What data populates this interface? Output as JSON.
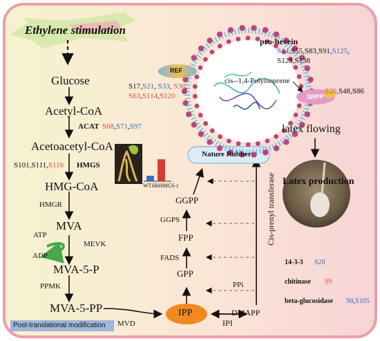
{
  "colors": {
    "background_gradient": [
      "#f6f3cf",
      "#fbe1d6",
      "#f7d3d6"
    ],
    "border": "#e9a0a6",
    "blue_site": "#2a6fc0",
    "red_site": "#d2533c",
    "membrane": "#5fb8e8",
    "membrane_head": "#b9467e",
    "ipp_fill": "#f08a1e",
    "mevk_arrow": "#4aa84a",
    "nature_rubber_fill": "#d9ecf7",
    "ptm_bar": "#9fb5dc"
  },
  "banner": {
    "text": "Ethylene stimulation"
  },
  "pathway": {
    "glucose": "Glucose",
    "acetyl_coa": "Acetyl-CoA",
    "acat": "ACAT",
    "acetoacetyl_coa": "Acetoacetyl-CoA",
    "hmgs": "HMGS",
    "hmg_coa": "HMG-CoA",
    "hmgr": "HMGR",
    "mva": "MVA",
    "atp": "ATP",
    "adp": "ADP",
    "mevk": "MEVK",
    "mva5p": "MVA-5-P",
    "ppmk": "PPMK",
    "mva5pp": "MVA-5-PP",
    "mvd": "MVD",
    "ipp": "IPP",
    "ipi": "IPI",
    "dmapp": "DMAPP",
    "gpp": "GPP",
    "fads": "FADS",
    "fpp": "FPP",
    "ggps": "GGPS",
    "ggpp": "GGPP",
    "ppi": "PPi",
    "cis_transferase": "Cis-prenyl transferase",
    "nature_rubber": "Nature Rubber"
  },
  "sites": {
    "acat": [
      {
        "t": "S68",
        "c": "red"
      },
      {
        "t": ",",
        "c": "blk"
      },
      {
        "t": "S71",
        "c": "blu"
      },
      {
        "t": ",",
        "c": "blk"
      },
      {
        "t": "S97",
        "c": "blu"
      }
    ],
    "hmgs": [
      {
        "t": "S101,S111,",
        "c": "blk"
      },
      {
        "t": "S116",
        "c": "red"
      }
    ],
    "ref_line1": [
      {
        "t": "S17,",
        "c": "blk"
      },
      {
        "t": "S21",
        "c": "blu"
      },
      {
        "t": ", ",
        "c": "blk"
      },
      {
        "t": "S33",
        "c": "blu"
      },
      {
        "t": ", ",
        "c": "blk"
      },
      {
        "t": "S36",
        "c": "red"
      },
      {
        "t": ",",
        "c": "blk"
      }
    ],
    "ref_line2": [
      {
        "t": "S63",
        "c": "red"
      },
      {
        "t": ",",
        "c": "blk"
      },
      {
        "t": "S114",
        "c": "red"
      },
      {
        "t": ",",
        "c": "blk"
      },
      {
        "t": "S120",
        "c": "red"
      }
    ],
    "prohevein_line1": [
      {
        "t": "S14",
        "c": "blu"
      },
      {
        "t": ",S55,S83,S91,",
        "c": "blk"
      },
      {
        "t": "S125",
        "c": "blu"
      },
      {
        "t": ",",
        "c": "blk"
      }
    ],
    "prohevein_line2": [
      {
        "t": "S128,S138",
        "c": "blk"
      }
    ],
    "srpp": [
      {
        "t": "S20",
        "c": "red"
      },
      {
        "t": ",S48,S86",
        "c": "blk"
      }
    ],
    "p1433": [
      {
        "t": "S28",
        "c": "blu"
      }
    ],
    "chitinase": [
      {
        "t": "S9",
        "c": "red"
      }
    ],
    "betaglu": [
      {
        "t": "S8",
        "c": "blu"
      },
      {
        "t": ",",
        "c": "blk"
      },
      {
        "t": "S105",
        "c": "blu"
      }
    ]
  },
  "particle": {
    "ref": "REF",
    "srpp": "SRPP",
    "core_text": "cis--1,4-Polyisoprene",
    "pro_hevein": "pro-hevein"
  },
  "right": {
    "latex_flowing": "latex flowing",
    "latex_production": "Latex production",
    "p1433": "14-3-3",
    "chitinase": "chitinase",
    "betaglu": "beta-glucosidase"
  },
  "inset": {
    "x_labels": [
      "WT",
      "HbHMGS-1"
    ],
    "bar_values": [
      0.18,
      0.72
    ],
    "bar_colors": [
      "#3a6fc4",
      "#d93a33"
    ]
  },
  "footer": {
    "ptm": "Post-translational modification"
  }
}
